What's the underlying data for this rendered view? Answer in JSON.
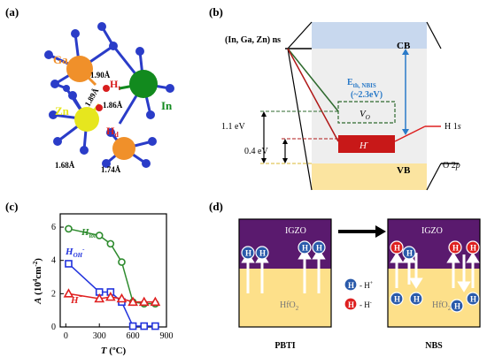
{
  "panel_a": {
    "tag": "(a)",
    "atoms": {
      "ga": "Ga",
      "zn": "Zn",
      "in": "In",
      "ht": "H",
      "ht_sub": "t",
      "hd": "H",
      "hd_sub": "d"
    },
    "bonds": {
      "b190": "1.90Å",
      "b189": "1.89Å",
      "b186": "1.86Å",
      "b168": "1.68Å",
      "b174": "1.74Å"
    },
    "colors": {
      "ga": "#f0902a",
      "zn": "#e6e61e",
      "in": "#128a1e",
      "o": "#2a3cc8",
      "h": "#d81e1e"
    }
  },
  "panel_b": {
    "tag": "(b)",
    "ns_label": "(In, Ga, Zn) ns",
    "cb": "CB",
    "vb": "VB",
    "eth_main": "E",
    "eth_sub": "th, NBIS",
    "eth_val": "(~2.3eV)",
    "vo": "V",
    "vo_sub": "O",
    "hminus": "H",
    "hminus_sup": "-",
    "h1s": "H 1",
    "h1s_it": "s",
    "o2p": "O 2",
    "o2p_it": "p",
    "e11": "1.1 eV",
    "e04": "0.4 eV"
  },
  "panel_c": {
    "tag": "(c)",
    "ylabel_main": "A",
    "ylabel_rest": " (10",
    "ylabel_sup": "4",
    "ylabel_unit": "cm",
    "ylabel_sup2": "-2",
    "ylabel_close": ")",
    "xlabel_main": "T",
    "xlabel_rest": " (ºC)",
    "series_labels": {
      "htot": "H",
      "htot_sub": "tot",
      "hoh": "H",
      "hoh_sub": "OH",
      "hoh_sup": "-",
      "hm": "H",
      "hm_sup": "−"
    }
  },
  "chart_data": {
    "type": "line",
    "xlabel": "T (ºC)",
    "ylabel": "A (10⁴cm⁻²)",
    "xlim": [
      -50,
      900
    ],
    "ylim": [
      0,
      6.8
    ],
    "xticks": [
      0,
      300,
      600,
      900
    ],
    "yticks": [
      0,
      2,
      4,
      6
    ],
    "series": [
      {
        "name": "Htot",
        "marker": "circle",
        "color": "#2e8b2e",
        "x": [
          25,
          300,
          400,
          500,
          600,
          700,
          800
        ],
        "y": [
          5.9,
          5.5,
          5.0,
          3.9,
          1.5,
          1.4,
          1.4
        ]
      },
      {
        "name": "HOH-",
        "marker": "square",
        "color": "#2233dd",
        "x": [
          25,
          300,
          400,
          500,
          600,
          700,
          800
        ],
        "y": [
          3.8,
          2.1,
          2.1,
          1.5,
          0.05,
          0.05,
          0.05
        ]
      },
      {
        "name": "H−",
        "marker": "triangle",
        "color": "#e02020",
        "x": [
          25,
          300,
          400,
          500,
          600,
          700,
          800
        ],
        "y": [
          2.0,
          1.7,
          1.8,
          1.7,
          1.5,
          1.5,
          1.5
        ]
      }
    ]
  },
  "panel_d": {
    "tag": "(d)",
    "igzo": "IGZO",
    "hfo": "HfO",
    "hfo_sub": "2",
    "h": "H",
    "legend_plus": "- H",
    "legend_plus_sup": "+",
    "legend_minus": "- H",
    "legend_minus_sup": "-",
    "pbti": "PBTI",
    "nbs": "NBS",
    "colors": {
      "igzo": "#5a1a6e",
      "hfo": "#fde08a",
      "hplus": "#2a5aaa",
      "hminus": "#dd2020"
    }
  }
}
